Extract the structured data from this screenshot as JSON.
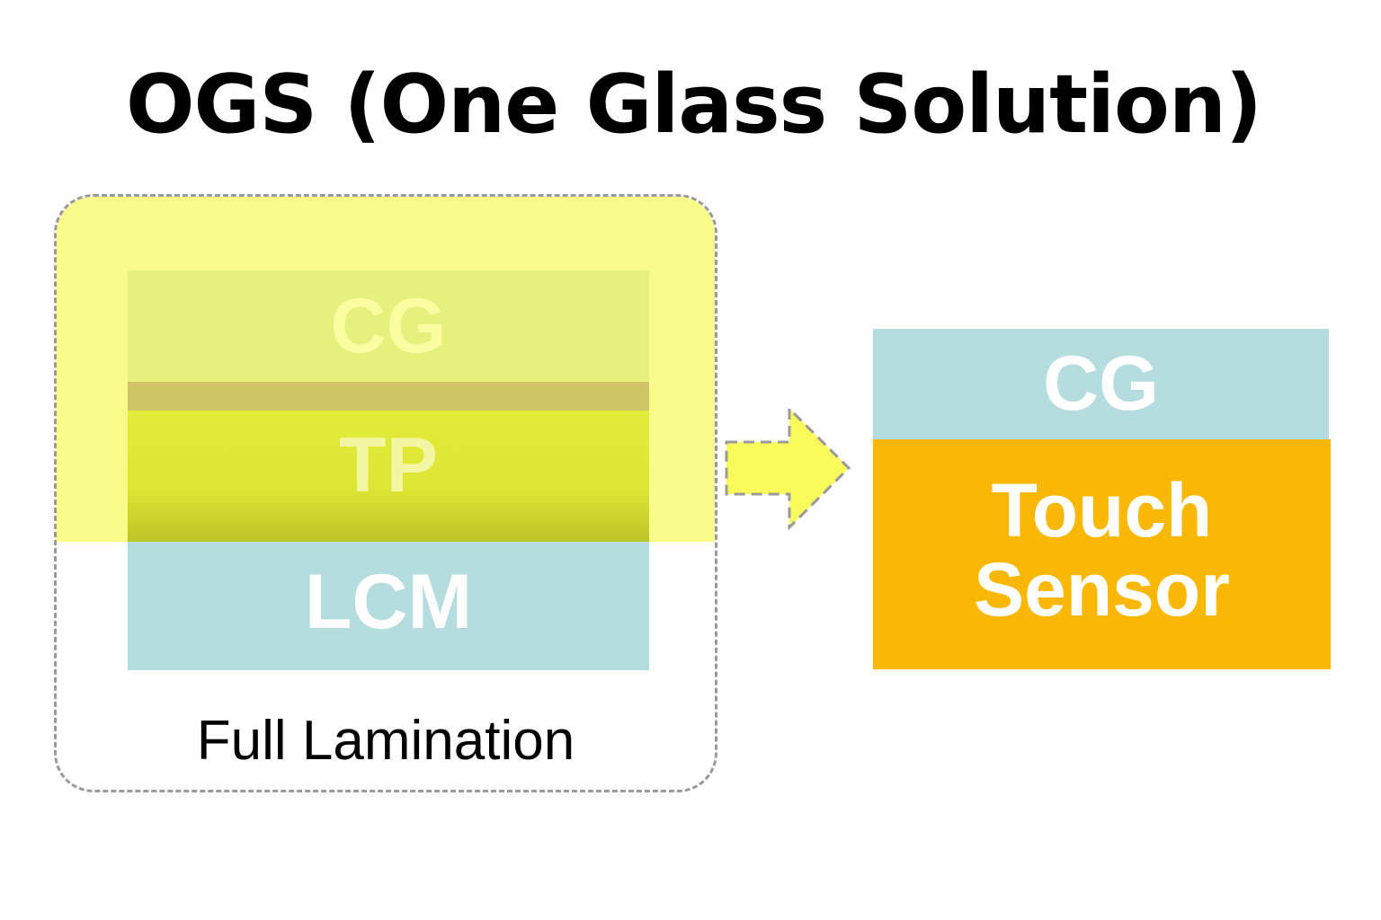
{
  "title": "OGS (One Glass Solution)",
  "left_stack": {
    "layers": {
      "cg": "CG",
      "tp": "TP",
      "lcm": "LCM"
    },
    "caption": "Full Lamination"
  },
  "right_stack": {
    "layers": {
      "cg": "CG",
      "touch_line1": "Touch",
      "touch_line2": "Sensor"
    }
  },
  "colors": {
    "highlight": "#fafc8a",
    "cover_glass": "#b5dde0",
    "touch_panel": "#e2ec3a",
    "touch_sensor": "#fab805",
    "arrow": "#f8fb5a",
    "dash_border": "#9a9a9a"
  }
}
